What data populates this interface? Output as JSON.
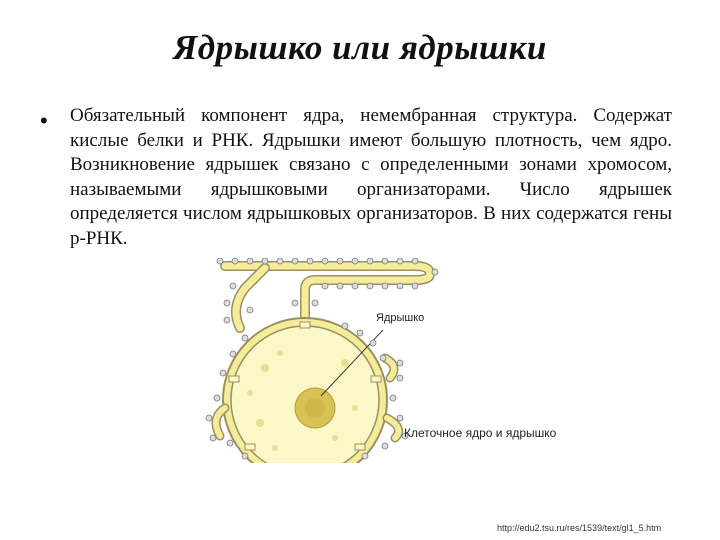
{
  "title": "Ядрышко или ядрышки",
  "bullet_marker": "•",
  "body_text": "Обязательный компонент ядра, немембранная структура. Содержат кислые белки и РНК. Ядрышки имеют большую плотность, чем ядро. Возникновение ядрышек связано с определенными зонами хромосом, называемыми ядрышковыми организаторами. Число ядрышек определяется числом ядрышковых организаторов. В них содержатся гены р-РНК.",
  "figure": {
    "label_nucleolus": "Ядрышко",
    "caption": "Клеточное ядро и ядрышко"
  },
  "source_url": "http://edu2.tsu.ru/res/1539/text/gl1_5.htm",
  "colors": {
    "membrane_fill": "#f4ec9a",
    "membrane_stroke": "#9a9060",
    "nucleus_fill": "#fbf7c6",
    "nucleolus_fill": "#d8c256",
    "ribosome_fill": "#dcdcdc"
  }
}
